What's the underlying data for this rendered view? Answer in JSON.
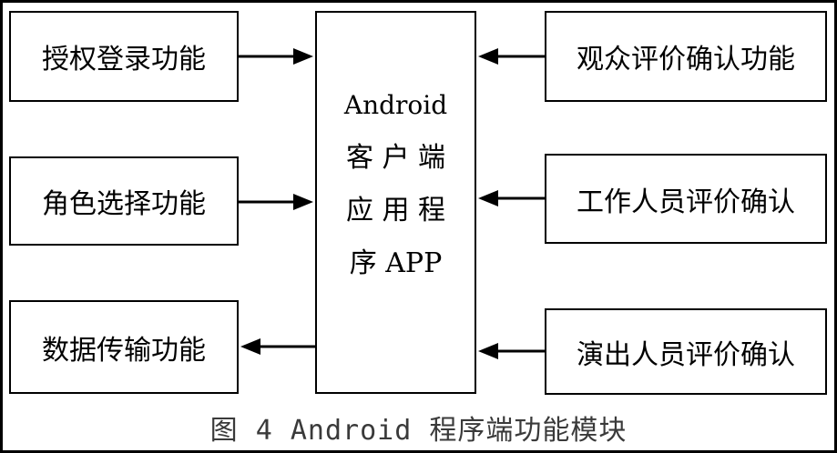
{
  "left_boxes": {
    "login": "授权登录功能",
    "role": "角色选择功能",
    "data_transfer": "数据传输功能"
  },
  "right_boxes": {
    "audience_confirm": "观众评价确认功能",
    "staff_confirm": "工作人员评价确认",
    "performer_confirm": "演出人员评价确认"
  },
  "center": {
    "line1": "Android",
    "line2": "客 户 端",
    "line3": "应 用 程",
    "line4": "序 APP"
  },
  "caption": "图 4 Android 程序端功能模块"
}
